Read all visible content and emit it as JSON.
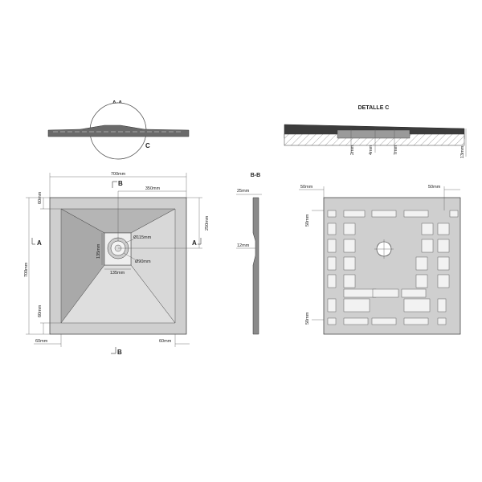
{
  "views": {
    "section_aa": {
      "title": "A-A",
      "detail_marker": "C"
    },
    "detail_c": {
      "title": "DETALLE  C",
      "dims": {
        "d1": "2mm",
        "d2": "4mm",
        "d3": "7mm",
        "d4": "13mm"
      }
    },
    "top_view": {
      "dims": {
        "width_total": "700mm",
        "height_total": "700mm",
        "half_width": "350mm",
        "half_height": "250mm",
        "top_border": "60mm",
        "bottom_border": "60mm",
        "left_border": "60mm",
        "right_border": "60mm",
        "drain_width": "135mm",
        "drain_height": "135mm",
        "outer_diameter": "Ø115mm",
        "inner_diameter": "Ø90mm"
      },
      "section_marks": {
        "b_top": "B",
        "b_bottom": "B",
        "a_left": "A",
        "a_right": "A"
      }
    },
    "section_bb": {
      "title": "B-B",
      "dims": {
        "top": "25mm",
        "middle": "12mm"
      }
    },
    "bottom_view": {
      "dims": {
        "left_top": "50mm",
        "right_top": "50mm",
        "side_top": "50mm",
        "side_bottom": "50mm"
      }
    }
  },
  "colors": {
    "tray": "#c9c9c9",
    "tray_dark": "#5a5a5a",
    "line": "#333333"
  }
}
